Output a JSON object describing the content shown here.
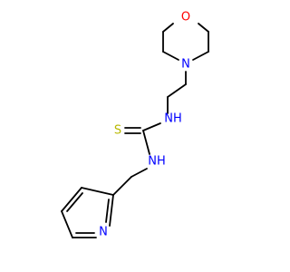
{
  "colors": {
    "bond": "#000000",
    "oxygen": "#ff0000",
    "nitrogen": "#0000ff",
    "sulfur": "#b8b800",
    "background": "#ffffff"
  },
  "atoms": {
    "oxygen_label": "O",
    "morpholine_nitrogen_label": "N",
    "thiourea_nh_upper_label": "NH",
    "thiourea_nh_lower_label": "NH",
    "sulfur_label": "S",
    "pyridine_nitrogen_label": "N"
  }
}
